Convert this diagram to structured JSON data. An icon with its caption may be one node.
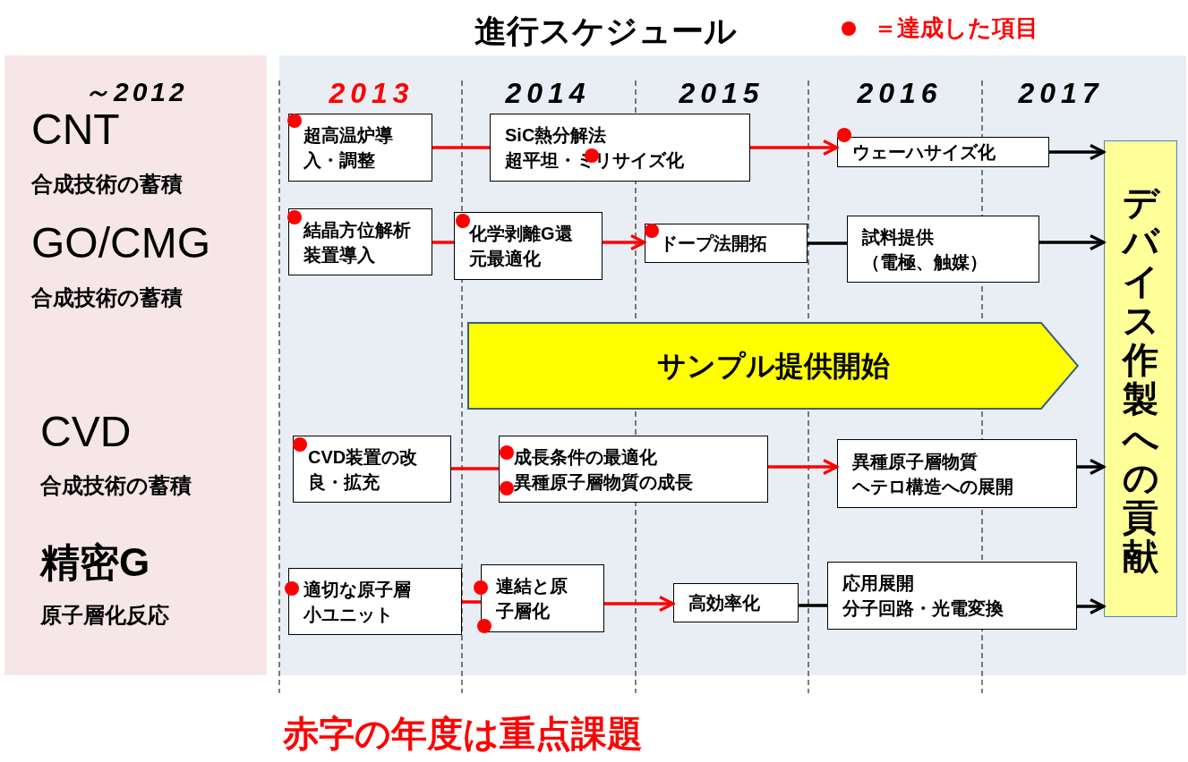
{
  "diagram": {
    "title": "進行スケジュール",
    "caption": "赤字の年度は重点課題",
    "nodes": [
      {
        "text": [
          "～2012",
          "CNT",
          "合成技術の蓄積",
          "GO/CMG",
          "合成技術の蓄積",
          "CVD",
          "合成技術の蓄積",
          "精密G",
          "原子層化反応"
        ]
      },
      {
        "text": [
          "超高温炉導入・調整"
        ]
      },
      {
        "text": [
          "SiC熱分解法",
          "超平坦・ミリサイズ化"
        ]
      },
      {
        "text": [
          "ウェーハサイズ化"
        ]
      },
      {
        "text": [
          "結晶方位解析装置導入"
        ]
      },
      {
        "text": [
          "化学剥離G還元最適化"
        ]
      },
      {
        "text": [
          "ドープ法開拓"
        ]
      },
      {
        "text": [
          "試料提供",
          "（電極、触媒）"
        ]
      },
      {
        "text": [
          "サンプル提供開始"
        ]
      },
      {
        "text": [
          "CVD装置の改良・拡充"
        ]
      },
      {
        "text": [
          "成長条件の最適化",
          "異種原子層物質の成長"
        ]
      },
      {
        "text": [
          "異種原子層物質",
          "ヘテロ構造への展開"
        ]
      },
      {
        "text": [
          "適切な原子層小ユニット"
        ]
      },
      {
        "text": [
          "連結と原子層化"
        ]
      },
      {
        "text": [
          "高効率化"
        ]
      },
      {
        "text": [
          "応用展開",
          "分子回路・光電変換"
        ]
      },
      {
        "text": [
          "デバイス作製への貢献"
        ]
      }
    ],
    "edges": [
      {
        "from": 1,
        "to": 2,
        "arrow": "none"
      },
      {
        "from": 2,
        "to": 3,
        "arrow": "to"
      },
      {
        "from": 3,
        "to": 16,
        "arrow": "to",
        "color": "#000000"
      },
      {
        "from": 4,
        "to": 5,
        "arrow": "none"
      },
      {
        "from": 5,
        "to": 6,
        "arrow": "to"
      },
      {
        "from": 6,
        "to": 7,
        "arrow": "none",
        "color": "#000000"
      },
      {
        "from": 7,
        "to": 16,
        "arrow": "to",
        "color": "#000000"
      },
      {
        "from": 9,
        "to": 10,
        "arrow": "none"
      },
      {
        "from": 10,
        "to": 11,
        "arrow": "to"
      },
      {
        "from": 11,
        "to": 16,
        "arrow": "to",
        "color": "#000000"
      },
      {
        "from": 12,
        "to": 13,
        "arrow": "none"
      },
      {
        "from": 13,
        "to": 14,
        "arrow": "to"
      },
      {
        "from": 14,
        "to": 15,
        "arrow": "none",
        "color": "#000000"
      },
      {
        "from": 15,
        "to": 16,
        "arrow": "to",
        "color": "#000000"
      }
    ],
    "labels": [
      "2013",
      "2014",
      "2015",
      "2016",
      "2017"
    ],
    "legend": [
      {
        "text": "＝達成した項目",
        "color": "#ff0000"
      }
    ]
  }
}
